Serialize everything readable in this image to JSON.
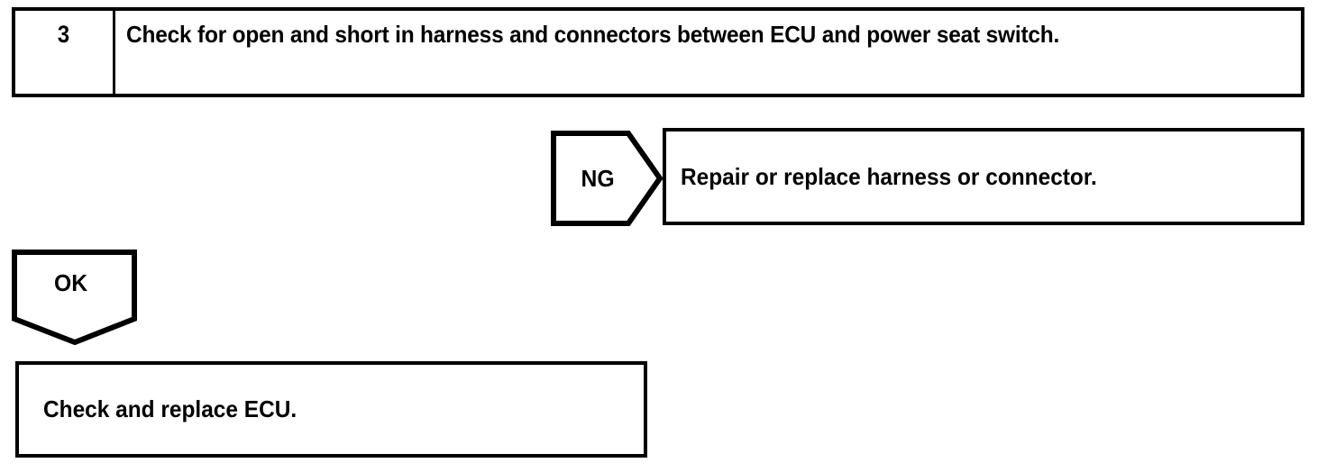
{
  "diagram": {
    "type": "troubleshooting-flowchart",
    "ink_color": "#000000",
    "background_color": "#ffffff",
    "step": {
      "number": "3",
      "instruction": "Check for open and short in harness and connectors between ECU and power seat switch."
    },
    "branches": {
      "ng": {
        "label": "NG",
        "outcome": "Repair or replace harness or connector."
      },
      "ok": {
        "label": "OK",
        "outcome": "Check and replace ECU."
      }
    }
  }
}
